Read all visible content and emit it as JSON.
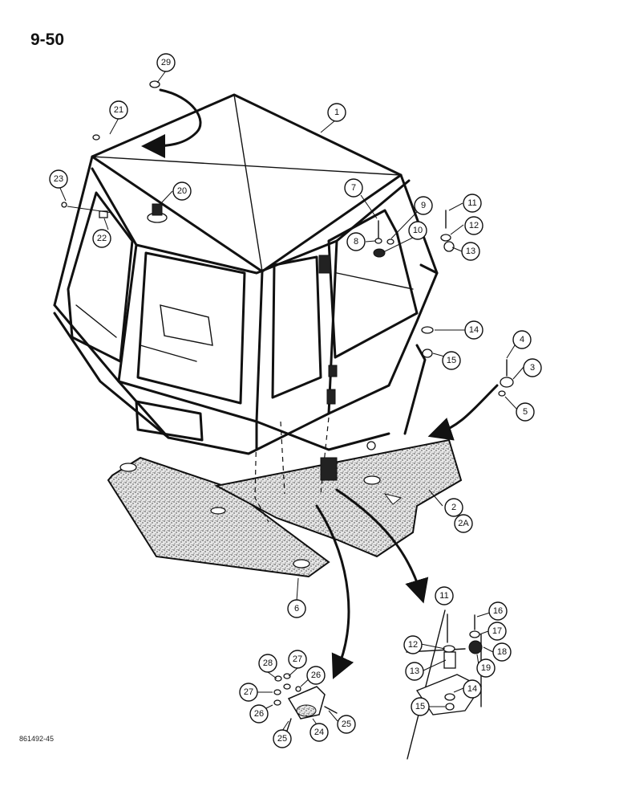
{
  "page": {
    "page_number": "9-50",
    "figure_code": "861492-45"
  },
  "callouts": {
    "c1": "1",
    "c2": "2",
    "c2a": "2A",
    "c3": "3",
    "c4": "4",
    "c5": "5",
    "c6": "6",
    "c7": "7",
    "c8": "8",
    "c9": "9",
    "c10": "10",
    "c11": "11",
    "c12": "12",
    "c13": "13",
    "c14": "14",
    "c15": "15",
    "c16": "16",
    "c17": "17",
    "c18": "18",
    "c19": "19",
    "c20": "20",
    "c21": "21",
    "c22": "22",
    "c23": "23",
    "c24": "24",
    "c25": "25",
    "c26": "26",
    "c27": "27",
    "c28": "28",
    "c29": "29"
  }
}
